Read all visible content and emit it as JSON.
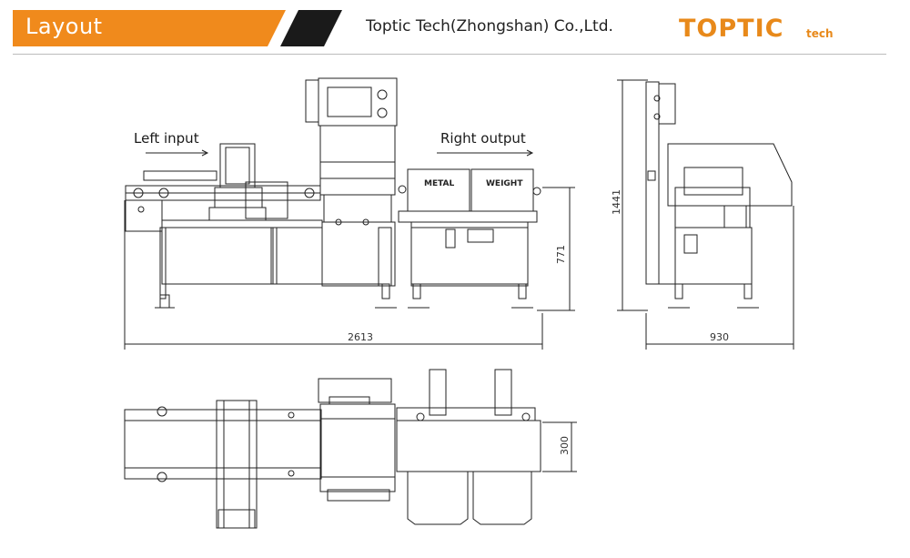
{
  "header": {
    "title": "Layout",
    "company": "Toptic Tech(Zhongshan) Co.,Ltd.",
    "logo_main": "TOPTIC",
    "logo_sub": "tech",
    "accent_color": "#f08a1c",
    "dark_color": "#1a1a1a"
  },
  "drawing": {
    "front_view": {
      "left_label": "Left input",
      "right_label": "Right output",
      "box_metal": "METAL",
      "box_weight": "WEIGHT",
      "length_dim": "2613",
      "height_dim": "771"
    },
    "side_view": {
      "height_dim": "1441",
      "width_dim": "930"
    },
    "top_view": {
      "width_dim": "300"
    }
  }
}
